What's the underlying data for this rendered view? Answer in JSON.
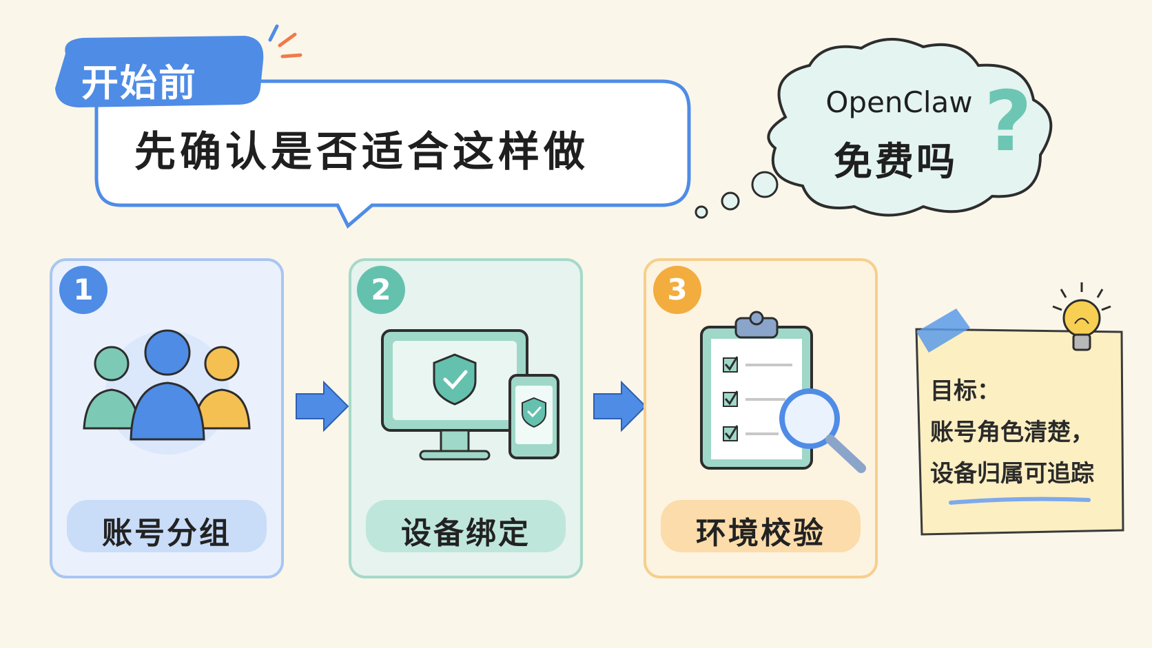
{
  "header": {
    "tag": "开始前",
    "title": "先确认是否适合这样做"
  },
  "thought_cloud": {
    "line1": "OpenClaw",
    "line2": "免费吗",
    "symbol": "?"
  },
  "steps": [
    {
      "number": "1",
      "label": "账号分组",
      "icon": "users-group-icon",
      "color": "#4e8ce6"
    },
    {
      "number": "2",
      "label": "设备绑定",
      "icon": "device-shield-icon",
      "color": "#64c1ad"
    },
    {
      "number": "3",
      "label": "环境校验",
      "icon": "clipboard-check-icon",
      "color": "#f2ad3e"
    }
  ],
  "note": {
    "heading": "目标：",
    "line1": "账号角色清楚，",
    "line2": "设备归属可追踪",
    "icon": "lightbulb-icon"
  },
  "colors": {
    "blue": "#4e8ce6",
    "teal": "#64c1ad",
    "orange": "#f2ad3e",
    "background": "#faf6ea"
  }
}
